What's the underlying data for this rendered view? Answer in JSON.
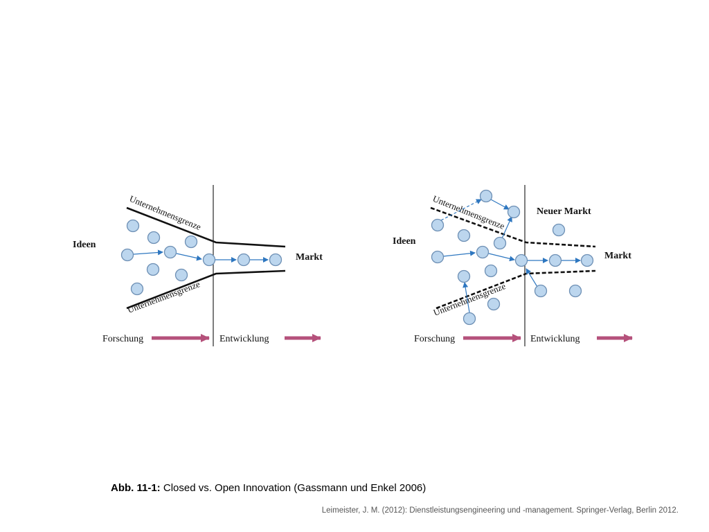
{
  "closed": {
    "ideen": "Ideen",
    "markt": "Markt",
    "grenze_top": "Unternehmensgrenze",
    "grenze_bottom": "Unternehmensgrenze",
    "forschung": "Forschung",
    "entwicklung": "Entwicklung"
  },
  "open": {
    "ideen": "Ideen",
    "markt": "Markt",
    "neuer_markt": "Neuer Markt",
    "grenze_top": "Unternehmensgrenze",
    "grenze_bottom": "Unternehmensgrenze",
    "forschung": "Forschung",
    "entwicklung": "Entwicklung"
  },
  "caption": {
    "label": "Abb. 11-1:",
    "text": " Closed vs. Open Innovation (Gassmann und Enkel 2006)"
  },
  "source": "Leimeister, J. M. (2012): Dienstleistungsengineering und -management. Springer-Verlag, Berlin 2012.",
  "colors": {
    "node_fill": "#bcd6ee",
    "flow_arrow": "#2e77c0",
    "phase_arrow": "#b5517b"
  }
}
